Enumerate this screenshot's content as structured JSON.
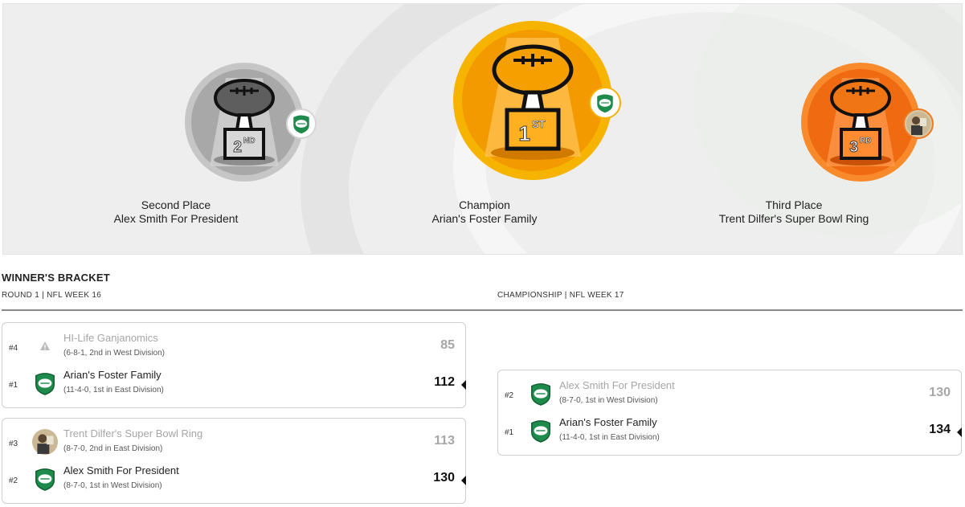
{
  "podium": {
    "second": {
      "title": "Second Place",
      "team": "Alex Smith For President",
      "rank": "2",
      "suffix": "ND",
      "medal_color": "#a9a9a9",
      "icon": "trophy-icon"
    },
    "champion": {
      "title": "Champion",
      "team": "Arian's Foster Family",
      "rank": "1",
      "suffix": "ST",
      "medal_color": "#f5a300",
      "icon": "trophy-icon"
    },
    "third": {
      "title": "Third Place",
      "team": "Trent Dilfer's Super Bowl Ring",
      "rank": "3",
      "suffix": "RD",
      "medal_color": "#f36f14",
      "icon": "trophy-icon"
    }
  },
  "bracket": {
    "title": "WINNER'S BRACKET",
    "rounds": [
      {
        "label": "ROUND 1 | NFL WEEK 16",
        "matchups": [
          {
            "teams": [
              {
                "seed": "#4",
                "name": "HI-Life Ganjanomics",
                "record": "(6-8-1, 2nd in West Division)",
                "score": "85",
                "winner": false,
                "logo": "warning-icon"
              },
              {
                "seed": "#1",
                "name": "Arian's Foster Family",
                "record": "(11-4-0, 1st in East Division)",
                "score": "112",
                "winner": true,
                "logo": "football-shield-icon"
              }
            ]
          },
          {
            "teams": [
              {
                "seed": "#3",
                "name": "Trent Dilfer's Super Bowl Ring",
                "record": "(8-7-0, 2nd in East Division)",
                "score": "113",
                "winner": false,
                "logo": "avatar-photo"
              },
              {
                "seed": "#2",
                "name": "Alex Smith For President",
                "record": "(8-7-0, 1st in West Division)",
                "score": "130",
                "winner": true,
                "logo": "football-shield-icon"
              }
            ]
          }
        ]
      },
      {
        "label": "CHAMPIONSHIP | NFL WEEK 17",
        "matchups": [
          {
            "teams": [
              {
                "seed": "#2",
                "name": "Alex Smith For President",
                "record": "(8-7-0, 1st in West Division)",
                "score": "130",
                "winner": false,
                "logo": "football-shield-icon"
              },
              {
                "seed": "#1",
                "name": "Arian's Foster Family",
                "record": "(11-4-0, 1st in East Division)",
                "score": "134",
                "winner": true,
                "logo": "football-shield-icon"
              }
            ]
          }
        ]
      }
    ]
  },
  "colors": {
    "shield_green": "#1e8a4c",
    "shield_dark": "#0f5c30",
    "divider": "#888888"
  }
}
